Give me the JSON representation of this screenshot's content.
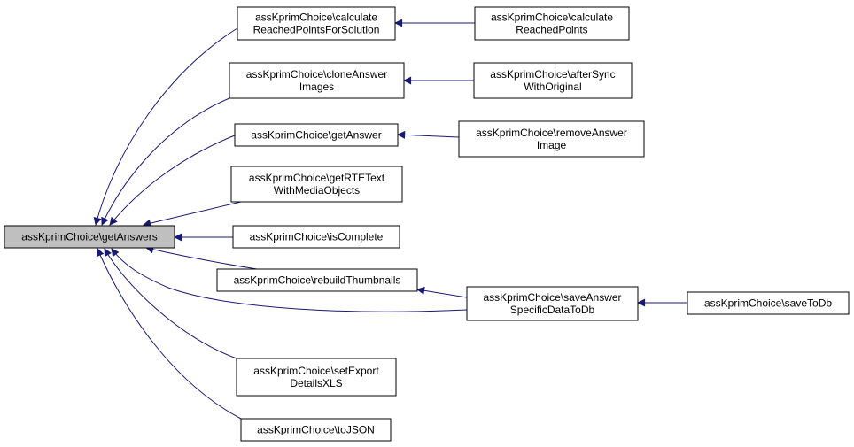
{
  "colors": {
    "edge": "#191970",
    "focus_fill": "#bfbfbf",
    "node_fill": "#ffffff",
    "border": "#000000"
  },
  "nodes": [
    {
      "id": "getAnswers",
      "lines": [
        "assKprimChoice\\getAnswers"
      ],
      "focus": true
    },
    {
      "id": "calcForSolution",
      "lines": [
        "assKprimChoice\\calculate",
        "ReachedPointsForSolution"
      ]
    },
    {
      "id": "cloneAnswerImages",
      "lines": [
        "assKprimChoice\\cloneAnswer",
        "Images"
      ]
    },
    {
      "id": "getAnswer",
      "lines": [
        "assKprimChoice\\getAnswer"
      ]
    },
    {
      "id": "getRTEText",
      "lines": [
        "assKprimChoice\\getRTEText",
        "WithMediaObjects"
      ]
    },
    {
      "id": "isComplete",
      "lines": [
        "assKprimChoice\\isComplete"
      ]
    },
    {
      "id": "rebuildThumbnails",
      "lines": [
        "assKprimChoice\\rebuildThumbnails"
      ]
    },
    {
      "id": "setExportDetailsXLS",
      "lines": [
        "assKprimChoice\\setExport",
        "DetailsXLS"
      ]
    },
    {
      "id": "toJSON",
      "lines": [
        "assKprimChoice\\toJSON"
      ]
    },
    {
      "id": "calcReachedPoints",
      "lines": [
        "assKprimChoice\\calculate",
        "ReachedPoints"
      ]
    },
    {
      "id": "afterSync",
      "lines": [
        "assKprimChoice\\afterSync",
        "WithOriginal"
      ]
    },
    {
      "id": "removeAnswerImage",
      "lines": [
        "assKprimChoice\\removeAnswer",
        "Image"
      ]
    },
    {
      "id": "saveAnswerSpecific",
      "lines": [
        "assKprimChoice\\saveAnswer",
        "SpecificDataToDb"
      ]
    },
    {
      "id": "saveToDb",
      "lines": [
        "assKprimChoice\\saveToDb"
      ]
    }
  ],
  "edges": [
    {
      "from": "calcForSolution",
      "to": "getAnswers"
    },
    {
      "from": "cloneAnswerImages",
      "to": "getAnswers"
    },
    {
      "from": "getAnswer",
      "to": "getAnswers"
    },
    {
      "from": "getRTEText",
      "to": "getAnswers"
    },
    {
      "from": "isComplete",
      "to": "getAnswers"
    },
    {
      "from": "rebuildThumbnails",
      "to": "getAnswers"
    },
    {
      "from": "saveAnswerSpecific",
      "to": "getAnswers"
    },
    {
      "from": "setExportDetailsXLS",
      "to": "getAnswers"
    },
    {
      "from": "toJSON",
      "to": "getAnswers"
    },
    {
      "from": "calcReachedPoints",
      "to": "calcForSolution"
    },
    {
      "from": "afterSync",
      "to": "cloneAnswerImages"
    },
    {
      "from": "removeAnswerImage",
      "to": "getAnswer"
    },
    {
      "from": "saveAnswerSpecific",
      "to": "rebuildThumbnails"
    },
    {
      "from": "saveToDb",
      "to": "saveAnswerSpecific"
    }
  ]
}
